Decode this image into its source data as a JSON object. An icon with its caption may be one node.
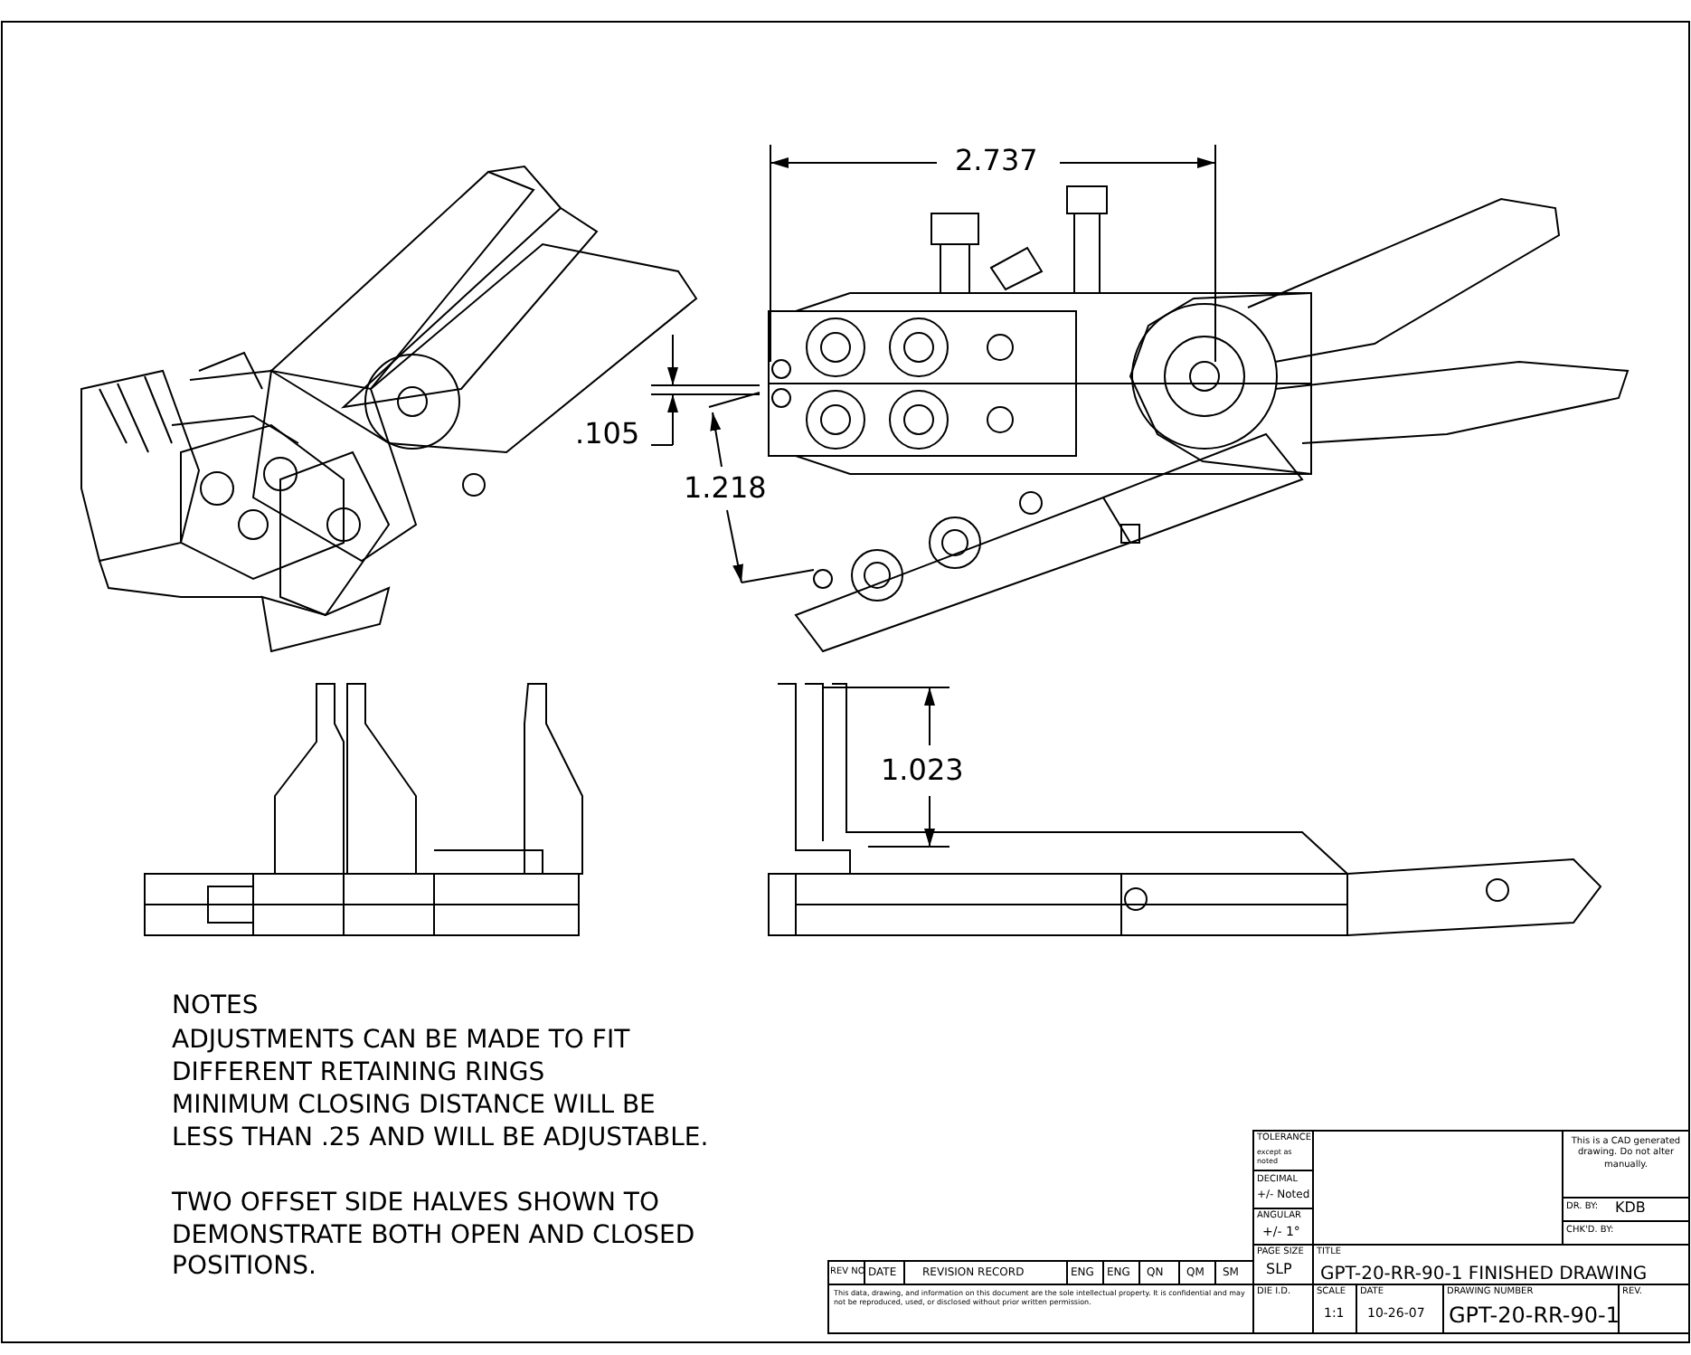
{
  "diagram": {
    "labels": [
      "2.737",
      ".105",
      "1.218",
      "1.023",
      "NOTES",
      "ADJUSTMENTS CAN BE MADE TO FIT DIFFERENT RETAINING RINGS",
      "MINIMUM CLOSING DISTANCE WILL BE LESS THAN .25 AND WILL BE ADJUSTABLE.",
      "TWO OFFSET SIDE HALVES SHOWN TO DEMONSTRATE BOTH OPEN AND CLOSED POSITIONS.",
      "TOLERANCE",
      "except as noted",
      "DECIMAL",
      "+/- Noted",
      "ANGULAR",
      "+/- 1°",
      "PAGE SIZE",
      "SLP",
      "DIE I.D.",
      "TITLE",
      "GPT-20-RR-90-1 FINISHED DRAWING",
      "SCALE",
      "1:1",
      "DATE",
      "10-26-07",
      "DRAWING NUMBER",
      "GPT-20-RR-90-1",
      "REV.",
      "This is a CAD generated drawing. Do not alter manually.",
      "DR. BY:",
      "KDB",
      "CHK'D. BY:",
      "REV NO",
      "DATE",
      "REVISION RECORD",
      "ENG",
      "ENG",
      "QN",
      "QM",
      "SM",
      "This data, drawing, and information on this document are the sole intellectual property. It is confidential and may not be reproduced, used, or disclosed without prior written permission."
    ]
  }
}
